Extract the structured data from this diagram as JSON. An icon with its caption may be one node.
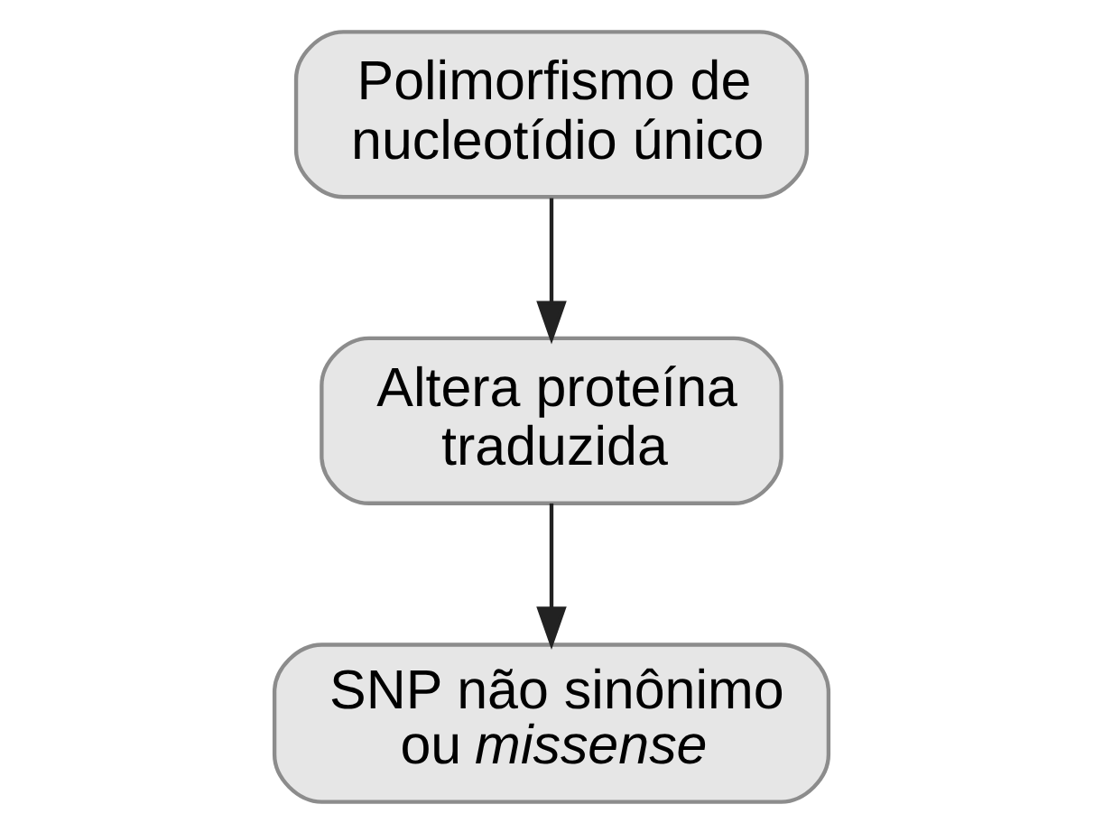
{
  "diagram": {
    "nodes": [
      {
        "text": [
          "Polimorfismo de nucleotídio único"
        ]
      },
      {
        "text": [
          "Altera proteína traduzida"
        ]
      },
      {
        "text": [
          "SNP não sinônimo ou *missense*"
        ]
      }
    ],
    "edges": [
      {
        "from": 0,
        "to": 1,
        "arrow": "to"
      },
      {
        "from": 1,
        "to": 2,
        "arrow": "to"
      }
    ]
  }
}
